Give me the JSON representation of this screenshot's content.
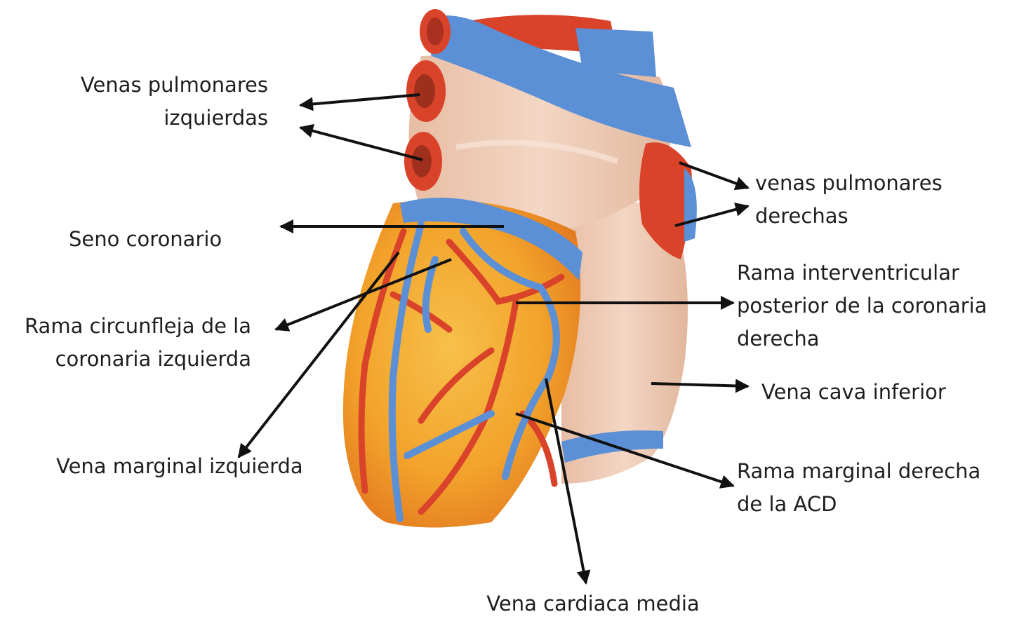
{
  "colors": {
    "vein": "#5b8fd6",
    "artery": "#d9432a",
    "myocardium": "#f2a32b",
    "atrium": "#ecc7b1",
    "arrow": "#111111",
    "text": "#1e1e1e"
  },
  "image": {
    "content": "anatomical heart model, posterior view"
  },
  "labels": {
    "venas_pulmonares_izquierdas": [
      "Venas pulmonares",
      "izquierdas"
    ],
    "venas_pulmonares_derechas": [
      "venas pulmonares",
      "derechas"
    ],
    "seno_coronario": [
      "Seno coronario"
    ],
    "rama_interventricular_posterior": [
      "Rama interventricular",
      "posterior de la coronaria",
      "derecha"
    ],
    "rama_circunfleja": [
      "Rama circunfleja de la",
      "coronaria izquierda"
    ],
    "vena_cava_inferior": [
      "Vena cava inferior"
    ],
    "vena_marginal_izquierda": [
      "Vena marginal izquierda"
    ],
    "rama_marginal_derecha": [
      "Rama marginal derecha",
      "de la ACD"
    ],
    "vena_cardiaca_media": [
      "Vena cardiaca media"
    ]
  }
}
